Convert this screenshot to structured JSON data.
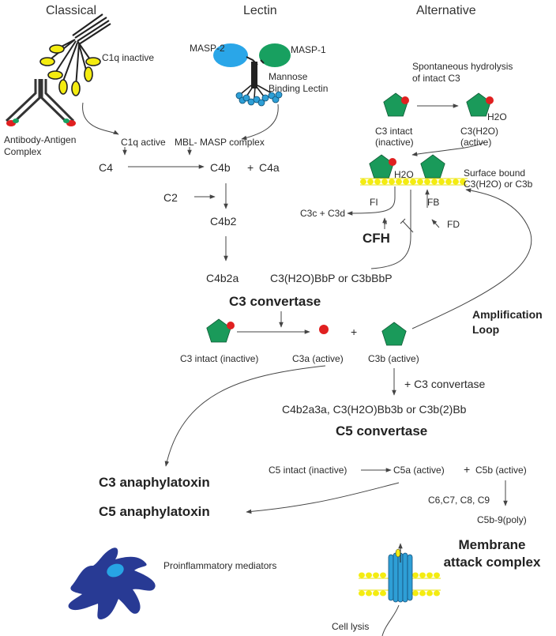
{
  "pathways": {
    "classical": "Classical",
    "lectin": "Lectin",
    "alternative": "Alternative"
  },
  "classical": {
    "c1q_inactive": "C1q inactive",
    "antibody_antigen_line1": "Antibody-Antigen",
    "antibody_antigen_line2": "Complex",
    "c1q_active": "C1q active",
    "c4": "C4",
    "c4b": "C4b",
    "plus": "+",
    "c4a": "C4a",
    "c2": "C2",
    "c4b2": "C4b2",
    "c4b2a": "C4b2a"
  },
  "lectin": {
    "masp2": "MASP-2",
    "masp1": "MASP-1",
    "mbl_line1": "Mannose",
    "mbl_line2": "Binding Lectin",
    "mbl_masp_complex": "MBL- MASP complex"
  },
  "alternative": {
    "spontaneous_line1": "Spontaneous hydrolysis",
    "spontaneous_line2": "of intact C3",
    "h2o_top": "H2O",
    "c3_intact_line1": "C3 intact",
    "c3_intact_line2": "(inactive)",
    "c3h2o_line1": "C3(H2O)",
    "c3h2o_line2": "(active)",
    "h2o_surface": "H2O",
    "surface_line1": "Surface bound",
    "surface_line2": "C3(H2O) or C3b",
    "fi": "FI",
    "fb": "FB",
    "fd": "FD",
    "c3c_c3d": "C3c + C3d",
    "cfh": "CFH",
    "c3h2o_bbp": "C3(H2O)BbP or C3bBbP"
  },
  "c3_convertase": "C3 convertase",
  "amplification_line1": "Amplification",
  "amplification_line2": "Loop",
  "cleavage": {
    "c3_intact": "C3 intact (inactive)",
    "c3a": "C3a (active)",
    "plus": "+",
    "c3b": "C3b (active)",
    "plus_c3_convertase": "+ C3 convertase"
  },
  "c5_convertase_forms": "C4b2a3a, C3(H2O)Bb3b or C3b(2)Bb",
  "c5_convertase": "C5 convertase",
  "c5_cleavage": {
    "c5_intact": "C5 intact (inactive)",
    "c5a": "C5a (active)",
    "plus": "+",
    "c5b": "C5b (active)",
    "c6_c9": "C6,C7, C8, C9",
    "c5b9": "C5b-9(poly)"
  },
  "c3_anaphylatoxin": "C3 anaphylatoxin",
  "c5_anaphylatoxin": "C5 anaphylatoxin",
  "proinflammatory": "Proinflammatory mediators",
  "mac_line1": "Membrane",
  "mac_line2": "attack complex",
  "cell_lysis": "Cell lysis",
  "colors": {
    "pentagon": "#1a9a5a",
    "red_dot": "#e02020",
    "masp2": "#2aa6e8",
    "masp1": "#18a060",
    "yellow": "#f4ec10",
    "mbl_blue": "#2e9fd6",
    "cell_blue": "#283a94",
    "nucleus": "#27a4e4",
    "arrow": "#444444"
  }
}
